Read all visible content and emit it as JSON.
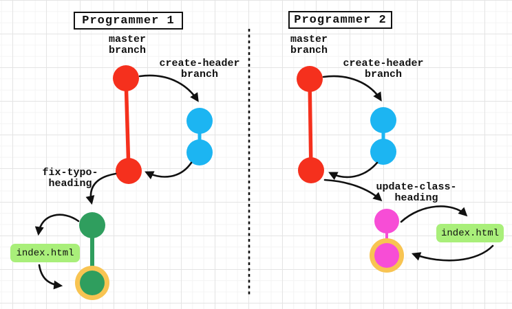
{
  "colors": {
    "red": "#f5301d",
    "blue": "#1cb5f2",
    "green": "#2f9e5e",
    "pink": "#f74dd6",
    "yellow": "#f8c452",
    "file_box_bg": "#a9ef7a",
    "ink": "#111111",
    "grid_minor": "#f4f4f4",
    "grid_major": "#e4e4e4"
  },
  "panels": [
    {
      "title": "Programmer 1",
      "labels": {
        "master": "master\nbranch",
        "feature": "create-header\nbranch",
        "fix": "fix-typo-\nheading"
      },
      "file_label": "index.html"
    },
    {
      "title": "Programmer 2",
      "labels": {
        "master": "master\nbranch",
        "feature": "create-header\nbranch",
        "update": "update-class-\nheading"
      },
      "file_label": "index.html"
    }
  ]
}
